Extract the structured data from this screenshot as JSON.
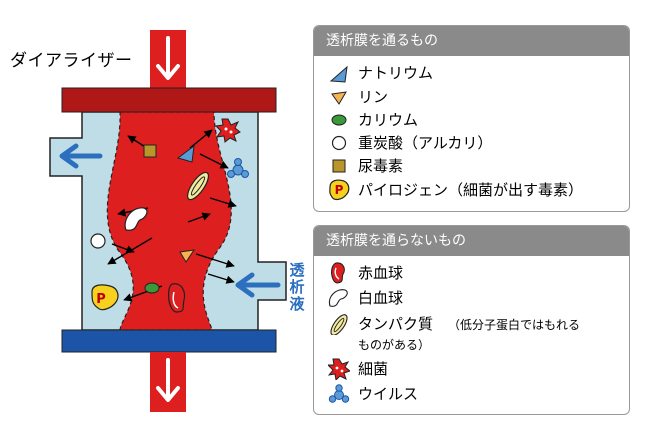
{
  "diagram": {
    "title": "ダイアライザー",
    "dialysate_label": "透析液"
  },
  "legend_pass": {
    "heading": "透析膜を通るもの",
    "items": [
      {
        "icon": "triangle-blue-icon",
        "label": "ナトリウム"
      },
      {
        "icon": "triangle-orange-icon",
        "label": "リン"
      },
      {
        "icon": "ellipse-green-icon",
        "label": "カリウム"
      },
      {
        "icon": "circle-white-icon",
        "label": "重炭酸（アルカリ）"
      },
      {
        "icon": "square-olive-icon",
        "label": "尿毒素"
      },
      {
        "icon": "p-toxin-icon",
        "label": "パイロジェン（細菌が出す毒素）"
      }
    ]
  },
  "legend_block": {
    "heading": "透析膜を通らないもの",
    "items": [
      {
        "icon": "red-blood-cell-icon",
        "label": "赤血球"
      },
      {
        "icon": "white-blood-cell-icon",
        "label": "白血球"
      },
      {
        "icon": "protein-icon",
        "label": "タンパク質",
        "note_line1": "（低分子蛋白ではもれる",
        "note_line2": "ものがある）"
      },
      {
        "icon": "bacteria-icon",
        "label": "細菌"
      },
      {
        "icon": "virus-icon",
        "label": "ウイルス"
      }
    ]
  },
  "colors": {
    "blood_red": "#dd1f1f",
    "dark_red": "#b01818",
    "dialysate_blue": "#2d6fbf",
    "housing_fill": "#bfdde6",
    "outlet_blue": "#1c55a8",
    "legend_header_gray": "#8a8a8a"
  }
}
